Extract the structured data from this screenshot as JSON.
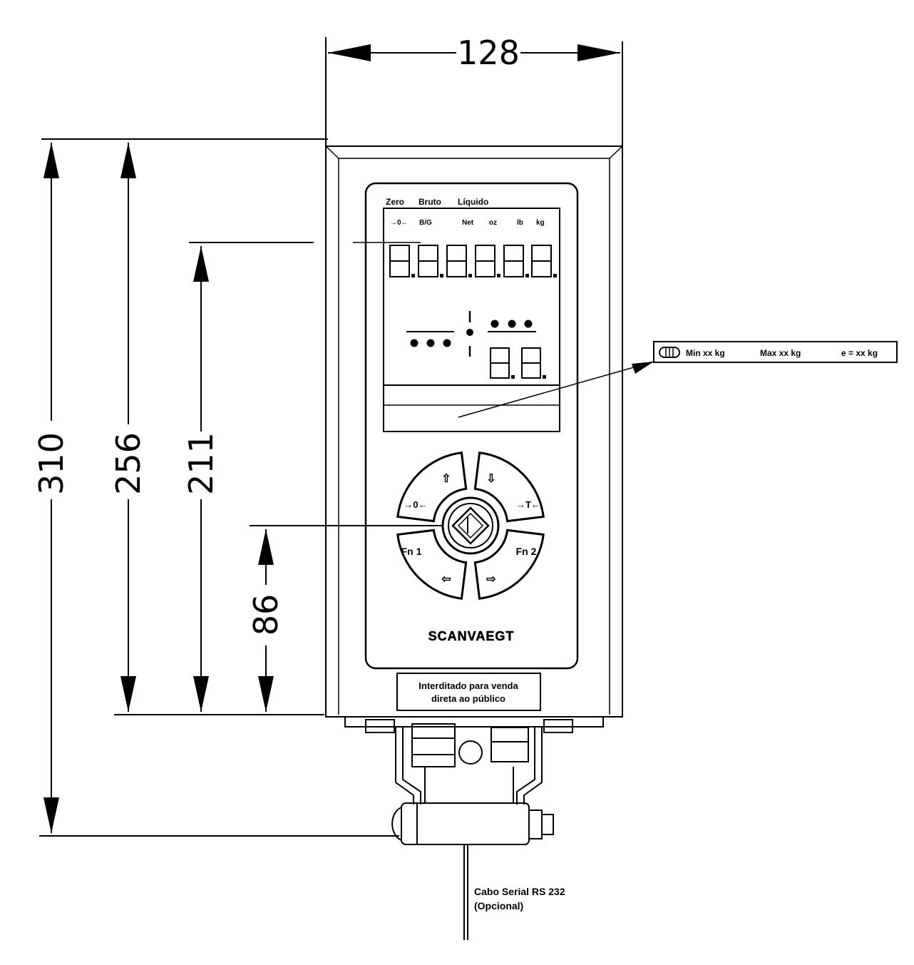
{
  "dimensions": {
    "width": "128",
    "total_height": "310",
    "height_256": "256",
    "height_211": "211",
    "height_86": "86"
  },
  "display_panel": {
    "mode_labels": [
      "Zero",
      "Bruto",
      "Líquido"
    ],
    "indicator_labels": [
      "→0←",
      "B/G",
      "Net",
      "oz",
      "lb",
      "kg"
    ]
  },
  "keypad": {
    "zero_key": "→0←",
    "tare_key": "→T←",
    "fn1_key": "Fn 1",
    "fn2_key": "Fn 2",
    "up_key": "⇧",
    "down_key": "⇩",
    "left_key": "⇦",
    "right_key": "⇨"
  },
  "brand": "SCANVAEGT",
  "notice_plate": {
    "line1": "Interditado para venda",
    "line2": "direta ao público"
  },
  "data_plate": {
    "min": "Min xx kg",
    "max": "Max xx kg",
    "e": "e = xx kg"
  },
  "cable_note": {
    "line1": "Cabo Serial RS 232",
    "line2": "(Opcional)"
  }
}
